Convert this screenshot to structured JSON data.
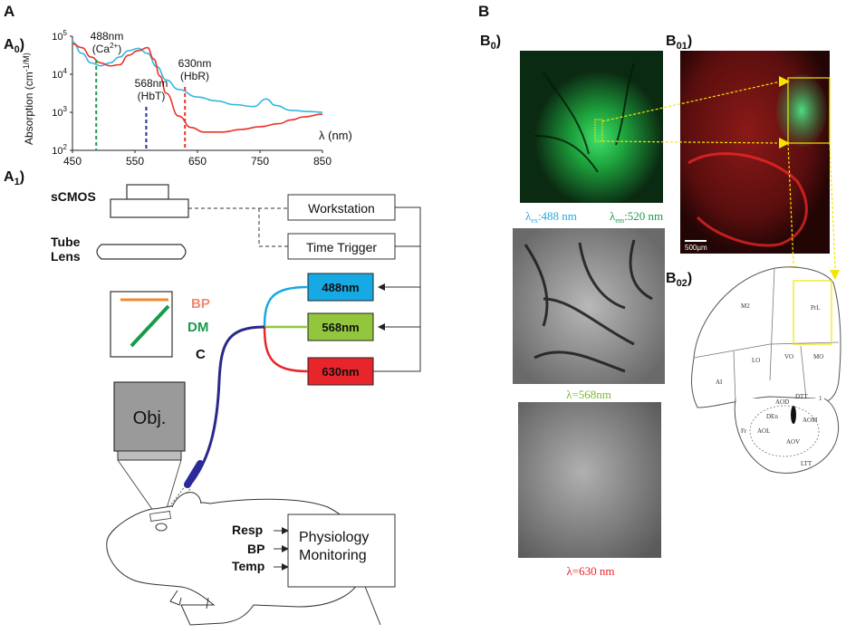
{
  "panel_labels": {
    "A": "A",
    "B": "B",
    "A0": "A",
    "A0_sub": "0",
    "A1": "A",
    "A1_sub": "1",
    "B0": "B",
    "B0_sub": "0",
    "B01": "B",
    "B01_sub": "01",
    "B02": "B",
    "B02_sub": "02"
  },
  "chart_data": {
    "type": "line",
    "ylabel": "Absorption (cm",
    "ylabel_unit": "-1/M)",
    "xlabel": "λ (nm)",
    "x_ticks": [
      "450",
      "550",
      "650",
      "750",
      "850"
    ],
    "y_ticks": [
      {
        "base": "10",
        "exp": "5"
      },
      {
        "base": "10",
        "exp": "4"
      },
      {
        "base": "10",
        "exp": "3"
      },
      {
        "base": "10",
        "exp": "2"
      }
    ],
    "xlim": [
      450,
      850
    ],
    "ylim_log10": [
      2,
      5
    ],
    "scale_y": "log",
    "series": [
      {
        "color": "#33b8e0",
        "x": [
          450,
          465,
          480,
          495,
          510,
          525,
          540,
          555,
          570,
          585,
          600,
          620,
          650,
          680,
          710,
          740,
          760,
          775,
          800,
          830,
          850
        ],
        "y_log10": [
          4.85,
          4.55,
          4.3,
          4.22,
          4.3,
          4.45,
          4.62,
          4.68,
          4.55,
          4.2,
          3.85,
          3.6,
          3.4,
          3.3,
          3.2,
          3.15,
          3.35,
          3.18,
          3.05,
          3.02,
          3.0
        ]
      },
      {
        "color": "#e8352a",
        "x": [
          450,
          465,
          480,
          495,
          510,
          525,
          540,
          555,
          570,
          580,
          590,
          600,
          620,
          640,
          660,
          690,
          720,
          750,
          780,
          800,
          820,
          850
        ],
        "y_log10": [
          4.8,
          4.7,
          4.45,
          4.3,
          4.22,
          4.25,
          4.5,
          4.62,
          4.7,
          4.4,
          3.95,
          3.5,
          2.9,
          2.6,
          2.48,
          2.48,
          2.55,
          2.62,
          2.7,
          2.8,
          2.88,
          2.95
        ]
      }
    ],
    "annotations": [
      {
        "x": 488,
        "color": "#1a9a4a",
        "line1": "488nm",
        "line2": "(Ca",
        "sup": "2+",
        "close": ")"
      },
      {
        "x": 568,
        "color": "#2a2a9a",
        "line1": "568nm",
        "line2": "(HbT)"
      },
      {
        "x": 630,
        "color": "#e8352a",
        "line1": "630nm",
        "line2": "(HbR)"
      }
    ]
  },
  "setup": {
    "camera": "sCMOS",
    "tube_lens": [
      "Tube",
      "Lens"
    ],
    "workstation": "Workstation",
    "time_trigger": "Time Trigger",
    "leds": [
      {
        "label": "488nm",
        "color": "#17a9e3"
      },
      {
        "label": "568nm",
        "color": "#92c73d"
      },
      {
        "label": "630nm",
        "color": "#e8252a"
      }
    ],
    "filter_bp": "BP",
    "filter_dm": "DM",
    "filter_c": "C",
    "objective": "Obj.",
    "signals": [
      "Resp",
      "BP",
      "Temp"
    ],
    "monitor": [
      "Physiology",
      "Monitoring"
    ]
  },
  "images": {
    "lambda_488": "λ",
    "ex_sub": "ex",
    "ex_text": ":488 nm",
    "lambda_520": "λ",
    "em_sub": "em",
    "em_text": ":520 nm",
    "label_568": "λ=568nm",
    "label_630": "λ=630 nm",
    "scale_bar": "500µm"
  },
  "atlas": {
    "regions": [
      "M2",
      "PrL",
      "MO",
      "VO",
      "LO",
      "AI",
      "AOD",
      "DTT",
      "AOM",
      "AOL",
      "AOV",
      "DEn",
      "Fr",
      "1",
      "LTT"
    ]
  }
}
